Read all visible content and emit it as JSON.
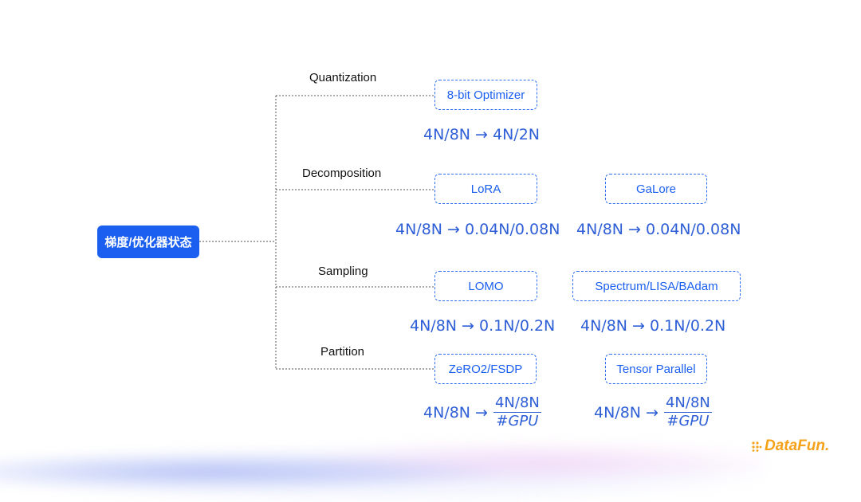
{
  "root": {
    "label": "梯度/优化器状态"
  },
  "categories": [
    {
      "label": "Quantization"
    },
    {
      "label": "Decomposition"
    },
    {
      "label": "Sampling"
    },
    {
      "label": "Partition"
    }
  ],
  "methods": [
    {
      "label": "8-bit Optimizer",
      "formula": "4N/8N → 4N/2N"
    },
    {
      "label": "LoRA",
      "formula": "4N/8N → 0.04N/0.08N"
    },
    {
      "label": "GaLore",
      "formula": "4N/8N → 0.04N/0.08N"
    },
    {
      "label": "LOMO",
      "formula": "4N/8N → 0.1N/0.2N"
    },
    {
      "label": "Spectrum/LISA/BAdam",
      "formula": "4N/8N → 0.1N/0.2N"
    },
    {
      "label": "ZeRO2/FSDP",
      "formula": "4N/8N →",
      "numerator": "4N/8N",
      "denominator": "#GPU"
    },
    {
      "label": "Tensor Parallel",
      "formula": "4N/8N →",
      "numerator": "4N/8N",
      "denominator": "#GPU"
    }
  ],
  "logo": {
    "text": "DataFun."
  },
  "colors": {
    "accent": "#1a5ff0",
    "formula": "#2f5fd6",
    "logo": "#f5a21a",
    "connector": "#555555"
  }
}
